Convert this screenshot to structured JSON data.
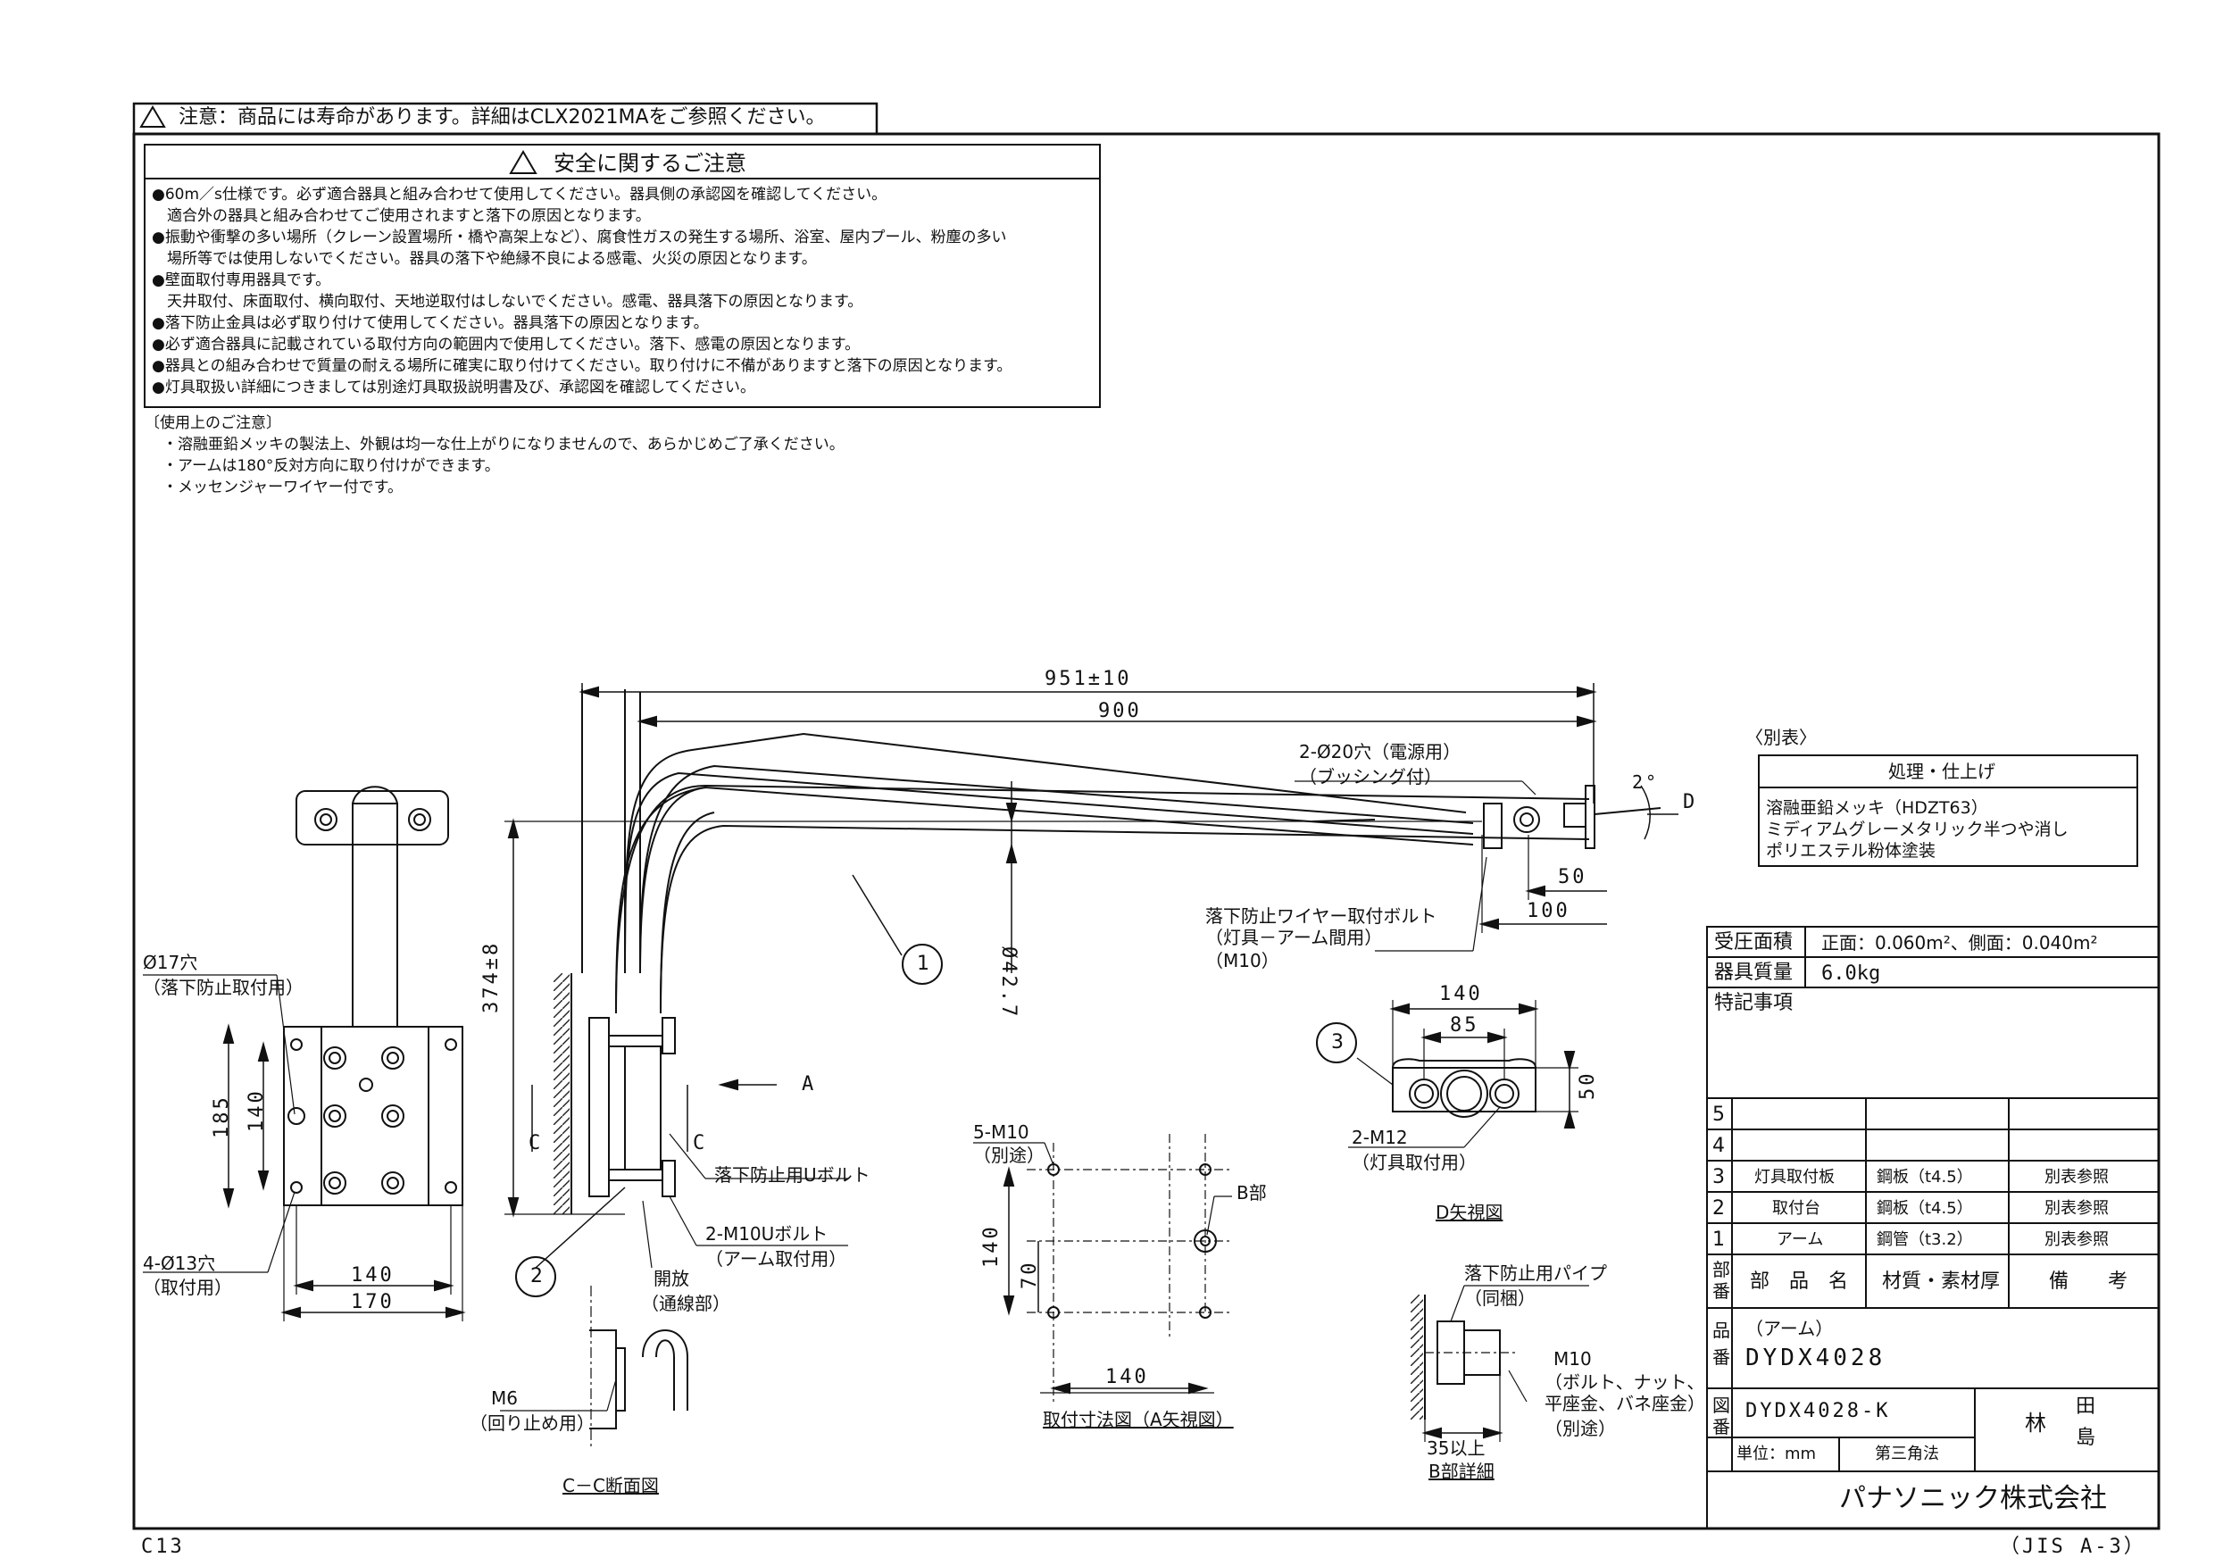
{
  "header": {
    "notice": "注意：商品には寿命があります。詳細はCLX2021MAをご参照ください。",
    "warning_icon": "warning-triangle-icon"
  },
  "safety": {
    "title": "安全に関するご注意",
    "lines": [
      "●60m／s仕様です。必ず適合器具と組み合わせて使用してください。器具側の承認図を確認してください。",
      "　適合外の器具と組み合わせてご使用されますと落下の原因となります。",
      "●振動や衝撃の多い場所（クレーン設置場所・橋や高架上など）、腐食性ガスの発生する場所、浴室、屋内プール、粉塵の多い",
      "　場所等では使用しないでください。器具の落下や絶縁不良による感電、火災の原因となります。",
      "●壁面取付専用器具です。",
      "　天井取付、床面取付、横向取付、天地逆取付はしないでください。感電、器具落下の原因となります。",
      "●落下防止金具は必ず取り付けて使用してください。器具落下の原因となります。",
      "●必ず適合器具に記載されている取付方向の範囲内で使用してください。落下、感電の原因となります。",
      "●器具との組み合わせで質量の耐える場所に確実に取り付けてください。取り付けに不備がありますと落下の原因となります。",
      "●灯具取扱い詳細につきましては別途灯具取扱説明書及び、承認図を確認してください。"
    ]
  },
  "usage": {
    "title": "〔使用上のご注意〕",
    "lines": [
      "・溶融亜鉛メッキの製法上、外観は均一な仕上がりになりませんので、あらかじめご了承ください。",
      "・アームは180°反対方向に取り付けができます。",
      "・メッセンジャーワイヤー付です。"
    ]
  },
  "dims": {
    "d951": "951±10",
    "d900": "900",
    "d374": "374±8",
    "d42": "Ø42.7",
    "d50": "50",
    "d100": "100",
    "d2deg": "2°",
    "dD": "D",
    "dA": "A",
    "dC1": "C",
    "dC2": "C",
    "d185": "185",
    "d140v": "140",
    "d140h": "140",
    "d170": "170",
    "d140b": "140",
    "d85": "85",
    "d50b": "50",
    "d140c": "140",
    "d70": "70",
    "d140d": "140",
    "d35": "35以上"
  },
  "callouts": {
    "c1": "1",
    "c2": "2",
    "c3": "3",
    "hole20": "2-Ø20穴（電源用）",
    "bushing": "（ブッシング付）",
    "wirebolt1": "落下防止ワイヤー取付ボルト",
    "wirebolt2": "（灯具－アーム間用）",
    "wirebolt3": "（M10）",
    "hole17": "Ø17穴",
    "hole17b": "（落下防止取付用）",
    "hole13": "4-Ø13穴",
    "hole13b": "（取付用）",
    "ubolt": "落下防止用Uボルト",
    "m10u": "2-M10Uボルト",
    "m10ub": "（アーム取付用）",
    "open": "開放",
    "openb": "（通線部）",
    "m6": "M6",
    "m6b": "（回り止め用）",
    "cc": "C－C断面図",
    "m12": "2-M12",
    "m12b": "（灯具取付用）",
    "dview": "D矢視図",
    "m5": "5-M10",
    "m5b": "（別途）",
    "bpart": "B部",
    "mountview": "取付寸法図（A矢視図）",
    "pipe": "落下防止用パイプ",
    "pipeb": "（同梱）",
    "m10": "M10",
    "m10b": "（ボルト、ナット、",
    "m10c": "平座金、バネ座金）",
    "m10d": "（別途）",
    "bdetail": "B部詳細"
  },
  "finish": {
    "label": "〈別表〉",
    "header": "処理・仕上げ",
    "lines": [
      "溶融亜鉛メッキ（HDZT63）",
      "ミディアムグレーメタリック半つや消し",
      "ポリエステル粉体塗装"
    ]
  },
  "titleblock": {
    "area_label": "受圧面積",
    "area_value": "正面：0.060m²、側面：0.040m²",
    "mass_label": "器具質量",
    "mass_value": "6.0kg",
    "notes_label": "特記事項",
    "rows": [
      {
        "no": "5",
        "name": "",
        "material": "",
        "remark": ""
      },
      {
        "no": "4",
        "name": "",
        "material": "",
        "remark": ""
      },
      {
        "no": "3",
        "name": "灯具取付板",
        "material": "鋼板（t4.5）",
        "remark": "別表参照"
      },
      {
        "no": "2",
        "name": "取付台",
        "material": "鋼板（t4.5）",
        "remark": "別表参照"
      },
      {
        "no": "1",
        "name": "アーム",
        "material": "鋼管（t3.2）",
        "remark": "別表参照"
      }
    ],
    "hdr_no": "部番",
    "hdr_name": "部　品　名",
    "hdr_material": "材質・素材厚",
    "hdr_remark": "備　　考",
    "product_label": "品番",
    "product_sub": "（アーム）",
    "product_no": "DYDX4028",
    "drawing_label": "図番",
    "drawing_no": "DYDX4028-K",
    "sign1": "林",
    "sign2": "田",
    "sign3": "島",
    "unit": "単位：mm",
    "angle": "第三角法",
    "company": "パナソニック株式会社"
  },
  "footer": {
    "left": "C13",
    "right": "（JIS A-3）"
  }
}
